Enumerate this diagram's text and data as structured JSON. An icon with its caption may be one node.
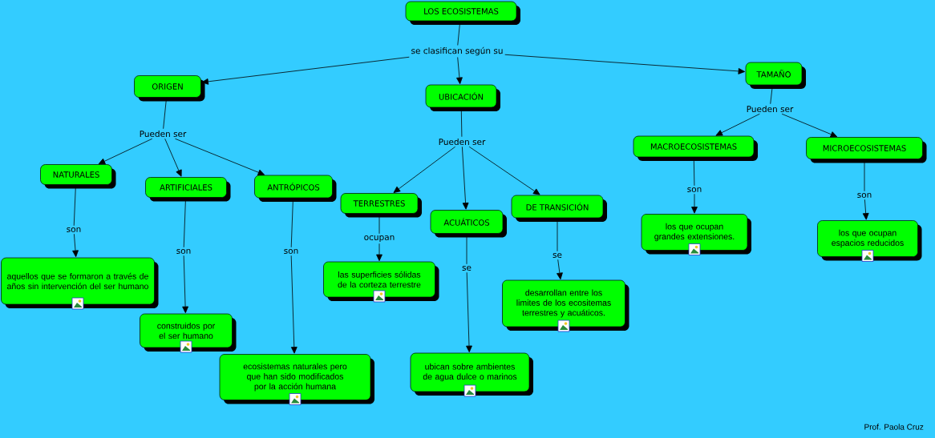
{
  "diagram": {
    "nodes": [
      {
        "text": [
          "LOS ECOSISTEMAS"
        ]
      },
      {
        "text": [
          "se clasifican según su"
        ]
      },
      {
        "text": [
          "ORIGEN"
        ]
      },
      {
        "text": [
          "UBICACIÓN"
        ]
      },
      {
        "text": [
          "TAMAÑO"
        ]
      },
      {
        "text": [
          "Pueden ser"
        ]
      },
      {
        "text": [
          "NATURALES"
        ]
      },
      {
        "text": [
          "ARTIFICIALES"
        ]
      },
      {
        "text": [
          "ANTRÓPICOS"
        ]
      },
      {
        "text": [
          "son"
        ]
      },
      {
        "text": [
          "aquellos que se formaron a través de años sin intervención del ser humano"
        ]
      },
      {
        "text": [
          "son"
        ]
      },
      {
        "text": [
          "construidos por el ser humano"
        ]
      },
      {
        "text": [
          "son"
        ]
      },
      {
        "text": [
          "ecosistemas naturales pero que han sido modificados por la acción humana"
        ]
      },
      {
        "text": [
          "Pueden ser"
        ]
      },
      {
        "text": [
          "TERRESTRES"
        ]
      },
      {
        "text": [
          "ACUÁTICOS"
        ]
      },
      {
        "text": [
          "DE TRANSICIÓN"
        ]
      },
      {
        "text": [
          "ocupan"
        ]
      },
      {
        "text": [
          "las superficies sólidas de la corteza terrestre"
        ]
      },
      {
        "text": [
          "se"
        ]
      },
      {
        "text": [
          "ubican sobre ambientes de agua dulce o marinos"
        ]
      },
      {
        "text": [
          "se"
        ]
      },
      {
        "text": [
          "desarrollan entre los limites de los ecositemas terrestres y acuáticos."
        ]
      },
      {
        "text": [
          "Pueden ser"
        ]
      },
      {
        "text": [
          "MACROECOSISTEMAS"
        ]
      },
      {
        "text": [
          "MICROECOSISTEMAS"
        ]
      },
      {
        "text": [
          "son"
        ]
      },
      {
        "text": [
          "los que ocupan grandes extensiones."
        ]
      },
      {
        "text": [
          "son"
        ]
      },
      {
        "text": [
          "los que ocupan espacios reducidos"
        ]
      }
    ],
    "edges": [
      {
        "from": 0,
        "to": 1,
        "arrow": "none"
      },
      {
        "from": 1,
        "to": 2,
        "arrow": "to"
      },
      {
        "from": 1,
        "to": 3,
        "arrow": "to"
      },
      {
        "from": 1,
        "to": 4,
        "arrow": "to"
      },
      {
        "from": 2,
        "to": 5,
        "arrow": "none"
      },
      {
        "from": 5,
        "to": 6,
        "arrow": "to"
      },
      {
        "from": 5,
        "to": 7,
        "arrow": "to"
      },
      {
        "from": 5,
        "to": 8,
        "arrow": "to"
      },
      {
        "from": 6,
        "to": 9,
        "arrow": "none"
      },
      {
        "from": 9,
        "to": 10,
        "arrow": "to"
      },
      {
        "from": 7,
        "to": 11,
        "arrow": "none"
      },
      {
        "from": 11,
        "to": 12,
        "arrow": "to"
      },
      {
        "from": 8,
        "to": 13,
        "arrow": "none"
      },
      {
        "from": 13,
        "to": 14,
        "arrow": "to"
      },
      {
        "from": 3,
        "to": 15,
        "arrow": "none"
      },
      {
        "from": 15,
        "to": 16,
        "arrow": "to"
      },
      {
        "from": 15,
        "to": 17,
        "arrow": "to"
      },
      {
        "from": 15,
        "to": 18,
        "arrow": "to"
      },
      {
        "from": 16,
        "to": 19,
        "arrow": "none"
      },
      {
        "from": 19,
        "to": 20,
        "arrow": "to"
      },
      {
        "from": 17,
        "to": 21,
        "arrow": "none"
      },
      {
        "from": 21,
        "to": 22,
        "arrow": "to"
      },
      {
        "from": 18,
        "to": 23,
        "arrow": "none"
      },
      {
        "from": 23,
        "to": 24,
        "arrow": "to"
      },
      {
        "from": 4,
        "to": 25,
        "arrow": "none"
      },
      {
        "from": 25,
        "to": 26,
        "arrow": "to"
      },
      {
        "from": 25,
        "to": 27,
        "arrow": "to"
      },
      {
        "from": 26,
        "to": 28,
        "arrow": "none"
      },
      {
        "from": 28,
        "to": 29,
        "arrow": "to"
      },
      {
        "from": 27,
        "to": 30,
        "arrow": "none"
      },
      {
        "from": 30,
        "to": 31,
        "arrow": "to"
      }
    ],
    "labels": [
      "Prof. Paola Cruz"
    ]
  }
}
